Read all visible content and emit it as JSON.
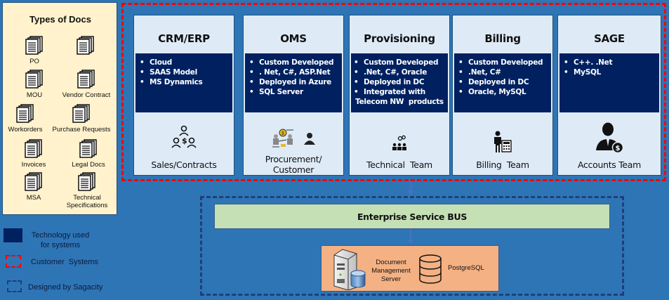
{
  "docs": {
    "title": "Types of Docs",
    "items": [
      {
        "label": "PO"
      },
      {
        "label": ""
      },
      {
        "label": "MOU"
      },
      {
        "label": "Vendor Contract"
      },
      {
        "label": "Workorders"
      },
      {
        "label": "Purchase Requests"
      },
      {
        "label": "Invoices"
      },
      {
        "label": "Legal Docs"
      },
      {
        "label": "MSA"
      },
      {
        "label": "Technical Specifications"
      }
    ]
  },
  "legend": {
    "technology": "Technology used for systems",
    "technology_line1": "Technology used",
    "technology_line2": "for systems",
    "customer": "Customer  Systems",
    "sagacity": "Designed by Sagacity"
  },
  "colors": {
    "background": "#2e75b6",
    "tech_box": "#002060",
    "customer_border": "#ff0000",
    "sagacity_border": "#1f3f7a",
    "card": "#deebf7",
    "esb": "#c5e0b4",
    "dms": "#f4b183",
    "docs_panel": "#fff2cc"
  },
  "systems": [
    {
      "title": "CRM/ERP",
      "tech": [
        "Cloud",
        "SAAS Model",
        "MS Dynamics"
      ],
      "team": "Sales/Contracts",
      "icon": "people-money-icon"
    },
    {
      "title": "OMS",
      "tech": [
        "Custom Developed",
        ". Net, C#, ASP.Net",
        "Deployed in Azure",
        "SQL Server"
      ],
      "team_line1": "Procurement/",
      "team_line2": "Customer",
      "icon": "procurement-icon"
    },
    {
      "title": "Provisioning",
      "tech": [
        "Custom Developed",
        ".Net, C#, Oracle",
        "Deployed in DC",
        "Integrated with",
        "Telecom NW  products"
      ],
      "team": "Technical  Team",
      "icon": "team-gears-icon"
    },
    {
      "title": "Billing",
      "tech": [
        "Custom Developed",
        ".Net, C#",
        "Deployed in DC",
        "Oracle, MySQL"
      ],
      "team": "Billing  Team",
      "icon": "person-calculator-icon"
    },
    {
      "title": "SAGE",
      "tech": [
        "C++. .Net",
        "MySQL"
      ],
      "team": "Accounts Team",
      "icon": "accountant-icon"
    }
  ],
  "esb": {
    "label": "Enterprise Service BUS"
  },
  "dms": {
    "server_line1": "Document",
    "server_line2": "Management",
    "server_line3": "Server",
    "db_label": "PostgreSQL"
  }
}
